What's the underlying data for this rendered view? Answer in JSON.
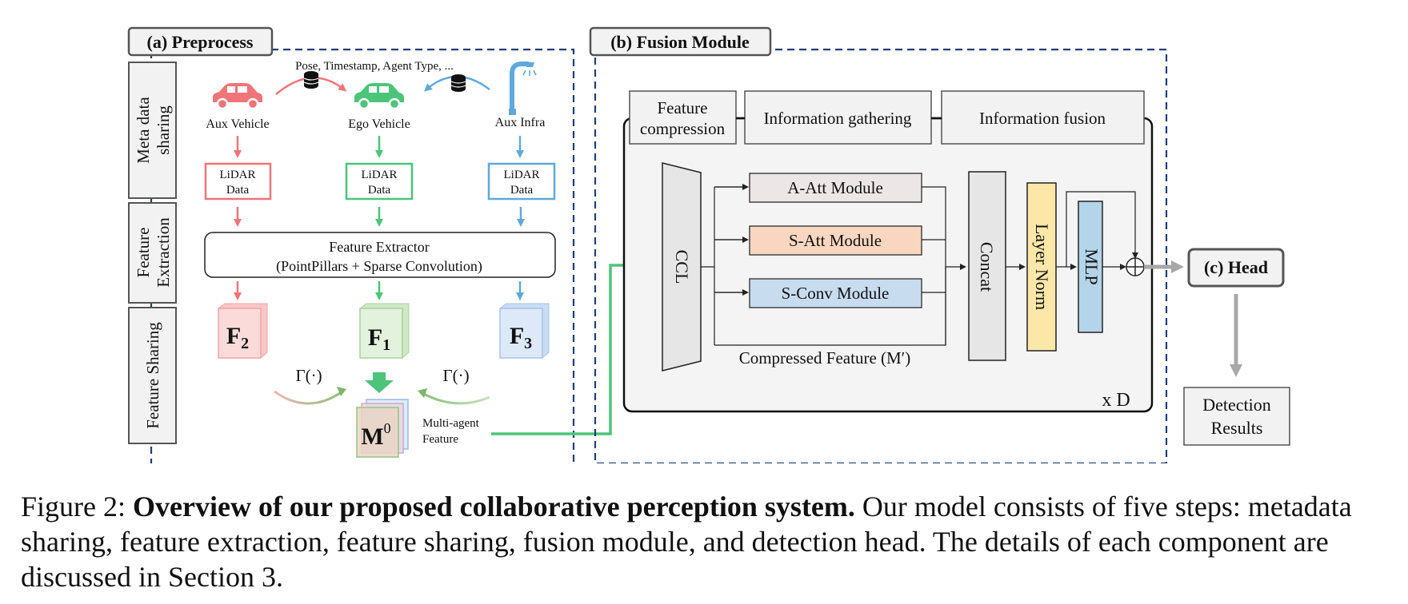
{
  "preprocess": {
    "title": "(a) Preprocess",
    "stages": {
      "meta_line1": "Meta data",
      "meta_line2": "sharing",
      "feat_line1": "Feature",
      "feat_line2": "Extraction",
      "share": "Feature Sharing"
    },
    "metadata": "Pose, Timestamp, Agent Type, ...",
    "agents": {
      "aux_vehicle": "Aux Vehicle",
      "ego_vehicle": "Ego Vehicle",
      "aux_infra": "Aux Infra"
    },
    "lidar_line1": "LiDAR",
    "lidar_line2": "Data",
    "extractor_line1": "Feature Extractor",
    "extractor_line2": "(PointPillars + Sparse Convolution)",
    "features": {
      "f2": "F",
      "f2_sub": "2",
      "f1": "F",
      "f1_sub": "1",
      "f3": "F",
      "f3_sub": "3"
    },
    "gamma": "Γ(·)",
    "m0": "M",
    "m0_sup": "0",
    "multiagent_line1": "Multi-agent",
    "multiagent_line2": "Feature"
  },
  "fusion": {
    "title": "(b) Fusion Module",
    "stage_compression_line1": "Feature",
    "stage_compression_line2": "compression",
    "stage_gathering": "Information gathering",
    "stage_fusion": "Information fusion",
    "ccl": "CCL",
    "a_att": "A-Att Module",
    "s_att": "S-Att Module",
    "s_conv": "S-Conv Module",
    "compressed": "Compressed Feature (M′)",
    "concat": "Concat",
    "layer_norm": "Layer Norm",
    "mlp": "MLP",
    "repeat": "x D"
  },
  "head": {
    "title": "(c) Head",
    "result_line1": "Detection",
    "result_line2": "Results"
  },
  "caption": {
    "prefix": "Figure 2: ",
    "bold": "Overview of our proposed collaborative perception system.",
    "rest": " Our model consists of five steps: metadata sharing, feature extraction, feature sharing, fusion module, and detection head. The details of each component are discussed in Section 3."
  },
  "colors": {
    "red": "#f07478",
    "green": "#4cc47a",
    "blue": "#5fa8dc",
    "dash_border": "#1f3f7a",
    "a_att_fill": "#ece6e6",
    "s_att_fill": "#f8d6bf",
    "s_conv_fill": "#c8dcf0",
    "layer_norm_fill": "#fbe7a8",
    "mlp_fill": "#b4d4ea"
  }
}
